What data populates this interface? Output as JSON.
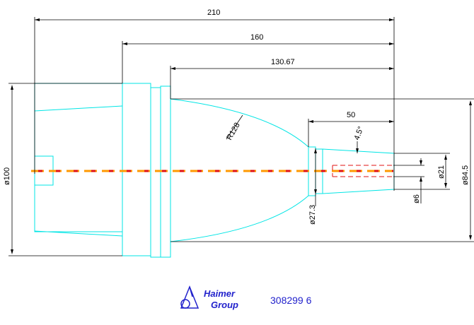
{
  "drawing": {
    "dimensions": {
      "overall_length": "210",
      "flange_length": "160",
      "body_length": "130.67",
      "bore_depth": "50",
      "radius": "R128",
      "angle": "4.5°",
      "diameter_shank": "ø100",
      "diameter_body": "ø84.5",
      "diameter_neck": "ø27.3",
      "diameter_bore": "ø21",
      "diameter_pin": "ø6"
    }
  },
  "footer": {
    "company_line1": "Haimer",
    "company_line2": "Group",
    "part_number": "308299 6"
  },
  "colors": {
    "outline": "#00e5e5",
    "centerline_red": "#e01010",
    "centerline_orange": "#ff9900",
    "dimension": "#000000",
    "logo": "#2222cc"
  }
}
